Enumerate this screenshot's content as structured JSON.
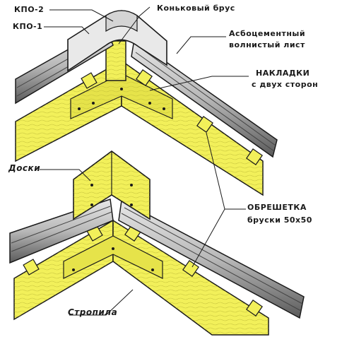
{
  "labels": {
    "kpo2": "КПО-2",
    "kpo1": "КПО-1",
    "ridge_beam": "Коньковый брус",
    "asbestos_line1": "Асбоцементный",
    "asbestos_line2": "волнистый лист",
    "overlay_line1": "НАКЛАДКИ",
    "overlay_line2": "с двух сторон",
    "boards": "Доски",
    "lathing_line1": "ОБРЕШЕТКА",
    "lathing_line2": "бруски 50х50",
    "rafters": "Стропила"
  },
  "colors": {
    "wood": "#f2f05a",
    "wood_dark": "#d9d640",
    "sheet": "#cfcfcf",
    "sheet_dark": "#3a3a3a",
    "ink": "#1a1a1a"
  }
}
